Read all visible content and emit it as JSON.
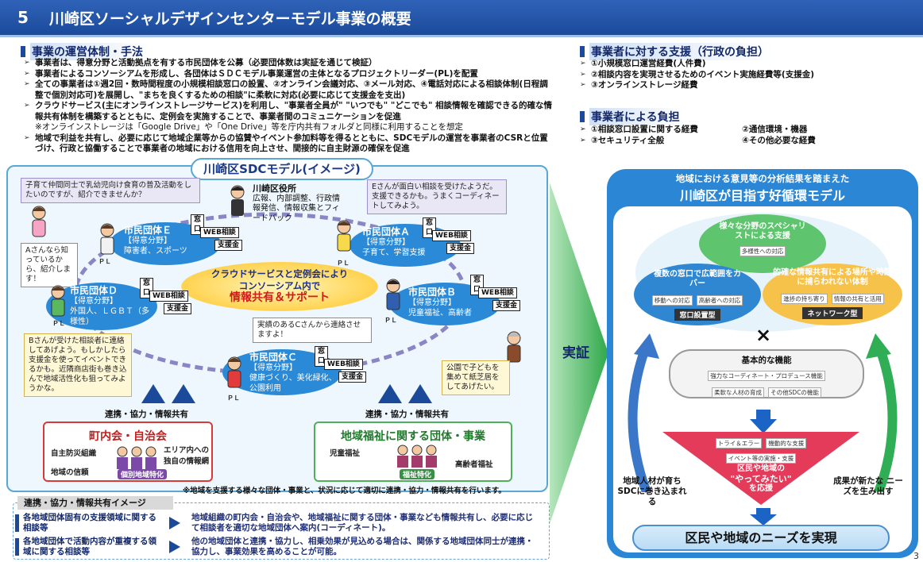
{
  "header": {
    "number": "5",
    "title": "川崎区ソーシャルデザインセンターモデル事業の概要"
  },
  "operation": {
    "heading": "事業の運営体制・手法",
    "items": [
      "事業者は、得意分野と活動拠点を有する市民団体を公募（必要団体数は実証を通じて検証）",
      "事業者によるコンソーシアムを形成し、各団体はＳＤＣモデル事業運営の主体となるプロジェクトリーダー(PL)を配置",
      "全ての事業者は①週2回・数時間程度の小規模相談窓口の設置、②オンライン会議対応、③メール対応、④電話対応による相談体制(日程調整で個別対応可)を展開し、\"まちを良くするための相談\"に柔軟に対応(必要に応じて支援金を支出)",
      "クラウドサービス(主にオンラインストレージサービス)を利用し、\"事業者全員が\" \"いつでも\" \"どこでも\" 相談情報を確認できる的確な情報共有体制を構築するとともに、定例会を実施することで、事業者間のコミュニケーションを促進",
      "地域で利益を共有し、必要に応じて地域企業等からの協賛やイベント参加料等を得るとともに、SDCモデルの運営を事業者のCSRと位置づけ、行政と協働することで事業者の地域における信用を向上させ、間接的に自主財源の確保を促進"
    ],
    "note": "※オンラインストレージは「Google Drive」や「One Drive」等を庁内共有フォルダと同様に利用することを想定"
  },
  "support": {
    "heading": "事業者に対する支援（行政の負担）",
    "items": [
      "①小規模窓口運営経費(人件費)",
      "②相談内容を実現させるためのイベント実施経費等(支援金)",
      "③オンラインストレージ経費"
    ]
  },
  "burden": {
    "heading": "事業者による負担",
    "items": [
      "①相談窓口設置に関する経費",
      "②通信環境・機器",
      "③セキュリティ全般",
      "④その他必要な経費"
    ]
  },
  "sdc_model": {
    "title": "川崎区SDCモデル(イメージ)",
    "ward_office": {
      "name": "川崎区役所",
      "roles": "広報、内部調整、行政情報発信、情報収集とフィードバック"
    },
    "groups": [
      {
        "id": "E",
        "name": "市民団体Ｅ",
        "field_label": "【得意分野】",
        "field": "障害者、スポーツ"
      },
      {
        "id": "A",
        "name": "市民団体Ａ",
        "field_label": "【得意分野】",
        "field": "子育て、学習支援"
      },
      {
        "id": "D",
        "name": "市民団体Ｄ",
        "field_label": "【得意分野】",
        "field": "外国人、ＬＧＢＴ（多様性）"
      },
      {
        "id": "B",
        "name": "市民団体Ｂ",
        "field_label": "【得意分野】",
        "field": "児童福祉、高齢者"
      },
      {
        "id": "C",
        "name": "市民団体Ｃ",
        "field_label": "【得意分野】",
        "field": "健康づくり、美化緑化、公園利用"
      }
    ],
    "tags": [
      "窓口",
      "WEB相談",
      "支援金"
    ],
    "pl": "ＰＬ",
    "center_message": {
      "line1": "クラウドサービスと定例会により",
      "line2": "コンソーシアム内で",
      "line3": "情報共有＆サポート"
    },
    "bubbles": {
      "resident_question": "子育て仲間同士で乳幼児向け食育の普及活動をしたいのですが、紹介できませんか？",
      "e_to_a": "Eさんが面白い相談を受けたようだ。支援できるかも。うまくコーディネートしてみよう。",
      "a_know": "Aさんなら知っているから、紹介します！",
      "c_contact": "実績のあるCさんから連絡させますよ！",
      "b_received": "Bさんが受けた相談者に連絡してあげよう。もしかしたら支援金を使ってイベントできるかも。近隣商店街も巻き込んで地域活性化も狙ってみようかな。",
      "park": "公園で子どもを集めて紙芝居をしてあげたい。"
    },
    "coop_label": "連携・協力・情報共有",
    "town": {
      "title": "町内会・自治会",
      "left1": "自主防災組織",
      "left2": "地域の信頼",
      "right": "エリア内への独自の情報網",
      "pill": "個別地域特化"
    },
    "welfare": {
      "title": "地域福祉に関する団体・事業",
      "left": "児童福祉",
      "right": "高齢者福祉",
      "pill": "福祉特化"
    },
    "note": "※地域を支援する様々な団体・事業と、状況に応じて適切に連携・協力・情報共有を行います。"
  },
  "coop_image": {
    "heading": "連携・協力・情報共有イメージ",
    "rows": [
      {
        "label": "各地域団体固有の支援領域に関する相談等",
        "desc": "地域組織の町内会・自治会や、地域福祉に関する団体・事業なども情報共有し、必要に応じて相談者を適切な地域団体へ案内(コーディネート)。"
      },
      {
        "label": "各地域団体で活動内容が重複する領域に関する相談等",
        "desc": "他の地域団体と連携・協力し、相乗効果が見込める場合は、関係する地域団体同士が連携・協力し、事業効果を高めることが可能。"
      }
    ]
  },
  "jissho": "実証",
  "cycle_model": {
    "line1": "地域における意見等の分析結果を踏まえた",
    "line2": "川崎区が目指す好循環モデル",
    "green": {
      "title": "様々な分野のスペシャリストによる支援",
      "tag": "多様性への対応"
    },
    "blue": {
      "title": "複数の窓口で広範囲をカバー",
      "tags": [
        "移動への対応",
        "高齢者への対応"
      ],
      "type": "窓口設置型"
    },
    "yellow": {
      "title": "的確な情報共有による場所や時間に捕らわれない体制",
      "tags": [
        "進捗の持ち寄り",
        "情報の共有と活用"
      ],
      "type": "ネットワーク型"
    },
    "cross": "×",
    "basic": {
      "title": "基本的な機能",
      "tags": [
        "強力なコーディネート・プロデュース機能",
        "柔軟な人材の育成",
        "その他SDCの機能"
      ]
    },
    "triangle": {
      "tags": [
        "トライ＆エラー",
        "機動的な支援",
        "イベント等の実施・支援"
      ],
      "line1": "区民や地域の",
      "line2": "\"やってみたい\"",
      "line3": "を応援"
    },
    "left_side": "地域人材が育ち SDCに巻き込まれる",
    "right_side": "成果が新たな ニーズを生み出す",
    "result": "区民や地域のニーズを実現"
  },
  "page_number": "3",
  "colors": {
    "brand": "#1b4a9a",
    "accent_red": "#d83a3a",
    "accent_green": "#4fb05a",
    "model_blue": "#2b87d5"
  }
}
